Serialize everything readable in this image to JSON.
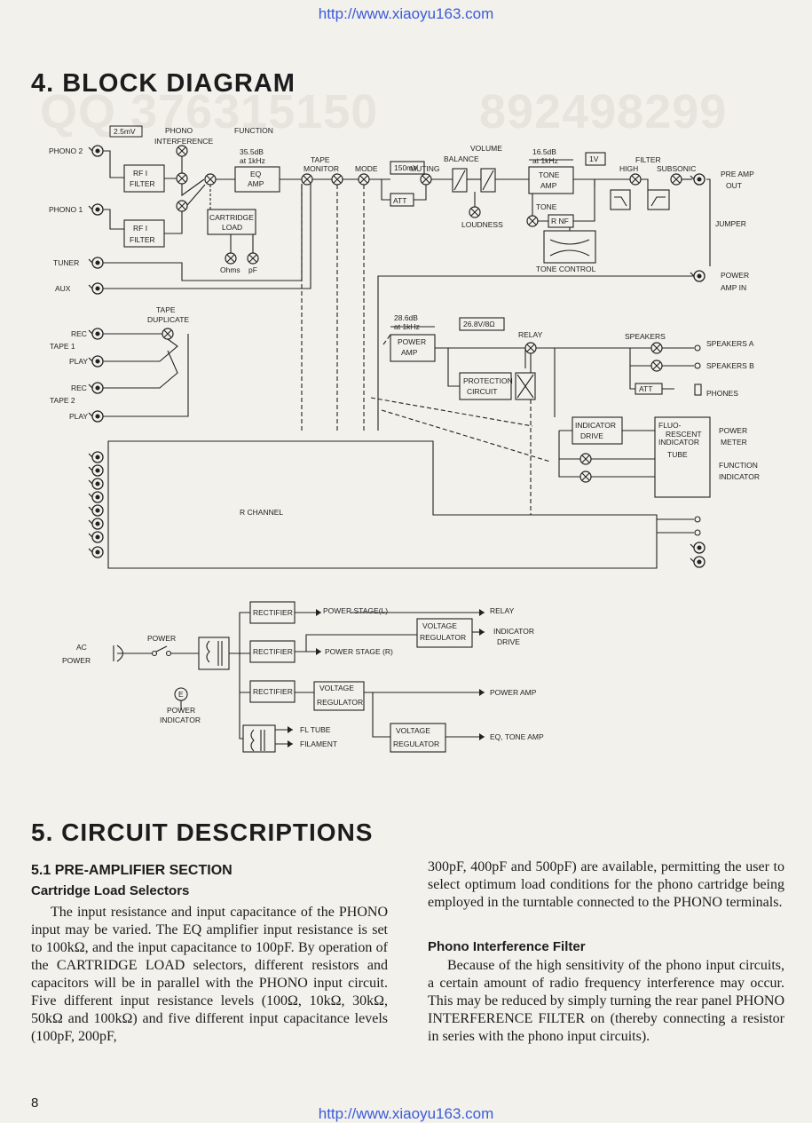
{
  "url": "http://www.xiaoyu163.com",
  "watermarks": [
    "QQ 376315150",
    "892498299"
  ],
  "section4_title": "4. BLOCK DIAGRAM",
  "diagram": {
    "inputs": {
      "phono2": "PHONO 2",
      "phono1": "PHONO 1",
      "tuner": "TUNER",
      "aux": "AUX",
      "rec1": "REC",
      "tape1": "TAPE 1",
      "play1": "PLAY",
      "rec2": "REC",
      "tape2": "TAPE 2",
      "play2": "PLAY"
    },
    "level_2_5mv": "2.5mV",
    "phono_interference_1": "PHONO",
    "phono_interference_2": "INTERFERENCE",
    "function_label": "FUNCTION",
    "rf_filter_a_1": "RF I",
    "rf_filter_a_2": "FILTER",
    "rf_filter_b_1": "RF I",
    "rf_filter_b_2": "FILTER",
    "eq_gain_1": "35.5dB",
    "eq_gain_2": "at 1kHz",
    "eq_amp_1": "EQ",
    "eq_amp_2": "AMP",
    "cart_load_1": "CARTRIDGE",
    "cart_load_2": "LOAD",
    "ohms": "Ohms",
    "pf": "pF",
    "tape_monitor_1": "TAPE",
    "tape_monitor_2": "MONITOR",
    "mode": "MODE",
    "level_150mv": "150mV",
    "muting": "MUTING",
    "att": "ATT",
    "balance": "BALANCE",
    "volume": "VOLUME",
    "loudness": "LOUDNESS",
    "tone_gain_1": "16.5dB",
    "tone_gain_2": "at 1kHz",
    "tone_amp_1": "TONE",
    "tone_amp_2": "AMP",
    "tone": "TONE",
    "rnf": "R NF",
    "tone_control": "TONE CONTROL",
    "level_1v": "1V",
    "filter": "FILTER",
    "high": "HIGH",
    "subsonic": "SUBSONIC",
    "pre_amp_out_1": "PRE AMP",
    "pre_amp_out_2": "OUT",
    "jumper": "JUMPER",
    "power_amp_in_1": "POWER",
    "power_amp_in_2": "AMP IN",
    "tape_duplicate_1": "TAPE",
    "tape_duplicate_2": "DUPLICATE",
    "power_gain_1": "28.6dB",
    "power_gain_2": "at 1kHz",
    "power_amp_1": "POWER",
    "power_amp_2": "AMP",
    "output_level": "26.8V/8Ω",
    "relay": "RELAY",
    "protection_1": "PROTECTION",
    "protection_2": "CIRCUIT",
    "speakers": "SPEAKERS",
    "speakers_a": "SPEAKERS A",
    "speakers_b": "SPEAKERS B",
    "phones": "PHONES",
    "indicator_drive_1": "INDICATOR",
    "indicator_drive_2": "DRIVE",
    "fluo_1": "FLUO-",
    "fluo_2": "RESCENT",
    "fluo_3": "INDICATOR",
    "fluo_4": "TUBE",
    "power_meter_1": "POWER",
    "power_meter_2": "METER",
    "function_indicator_1": "FUNCTION",
    "function_indicator_2": "INDICATOR",
    "r_channel": "R CHANNEL",
    "rectifier": "RECTIFIER",
    "power_stage_l": "POWER STAGE(L)",
    "power_stage_r": "POWER STAGE (R)",
    "voltage_regulator_1": "VOLTAGE",
    "voltage_regulator_2": "REGULATOR",
    "relay_out": "RELAY",
    "indicator_drive_out_1": "INDICATOR",
    "indicator_drive_out_2": "DRIVE",
    "power_amp_out": "POWER AMP",
    "eq_tone_amp_out": "EQ, TONE AMP",
    "fl_tube": "FL TUBE",
    "filament": "FILAMENT",
    "ac_power_1": "AC",
    "ac_power_2": "POWER",
    "power_switch": "POWER",
    "power_indicator_1": "POWER",
    "power_indicator_2": "INDICATOR",
    "lamp_letter": "E"
  },
  "section5_title": "5. CIRCUIT DESCRIPTIONS",
  "section51_title": "5.1  PRE-AMPLIFIER SECTION",
  "cartridge_heading": "Cartridge Load Selectors",
  "cartridge_para": "The input resistance and input capacitance of the PHONO input may be varied. The EQ amplifier input resistance is set to 100kΩ, and the input capacitance to 100pF. By operation of the CARTRIDGE LOAD selectors, different resistors and capacitors will be in parallel with the PHONO input circuit. Five different input resistance levels (100Ω, 10kΩ, 30kΩ, 50kΩ and 100kΩ) and five different input capacitance levels (100pF, 200pF,",
  "cartridge_para_cont": "300pF, 400pF and 500pF) are available, permitting the user to select optimum load conditions for the phono cartridge being employed in the turntable connected to the PHONO terminals.",
  "phono_heading": "Phono Interference Filter",
  "phono_para": "Because of the high sensitivity of the phono input circuits, a certain amount of radio frequency interference may occur. This may be reduced by simply turning the rear panel PHONO INTERFERENCE FILTER on (thereby connecting a resistor in series with the phono input circuits).",
  "page_number": "8"
}
